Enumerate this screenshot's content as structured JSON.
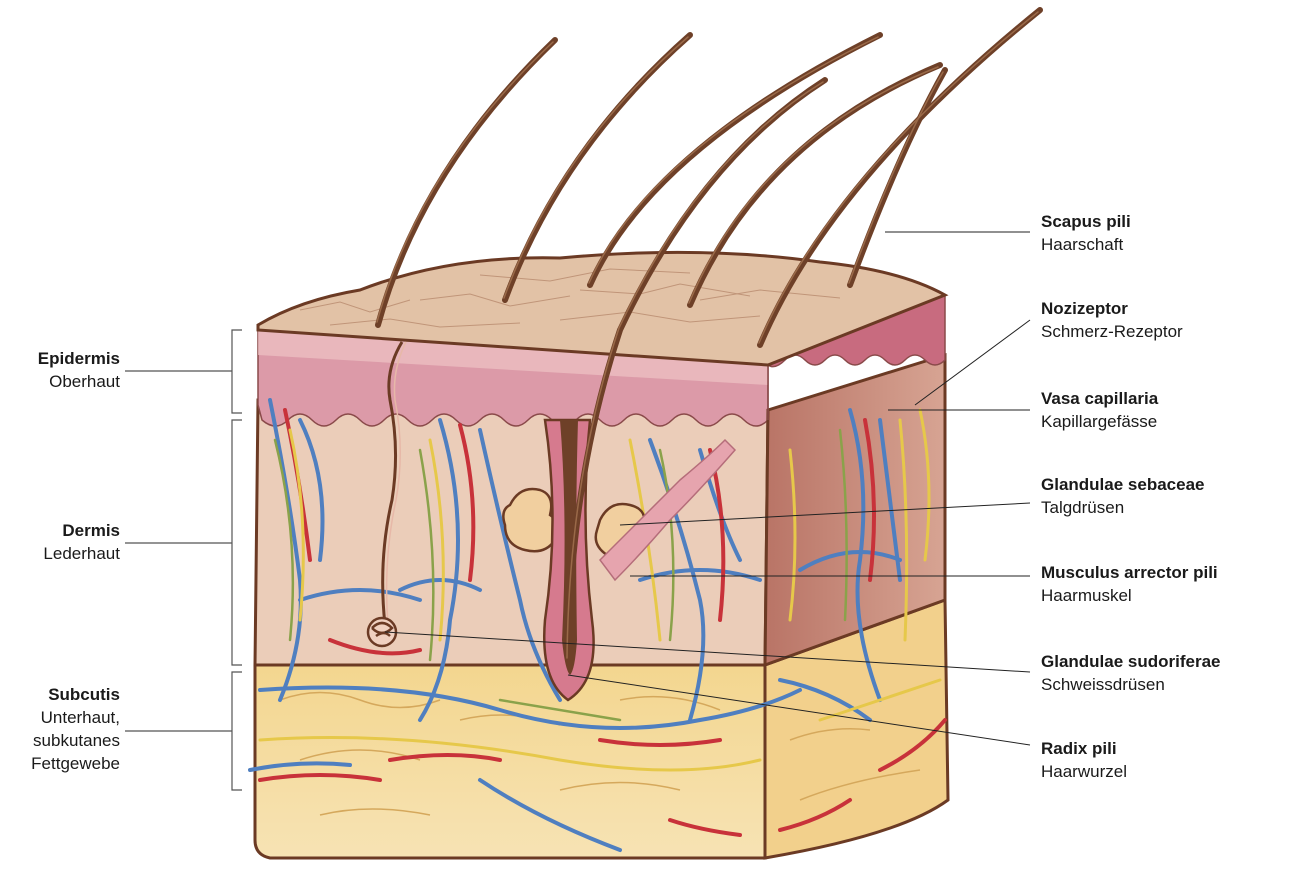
{
  "left_labels": [
    {
      "id": "epidermis",
      "latin": "Epidermis",
      "german": "Oberhaut"
    },
    {
      "id": "dermis",
      "latin": "Dermis",
      "german": "Lederhaut"
    },
    {
      "id": "subcutis",
      "latin": "Subcutis",
      "german_lines": [
        "Unterhaut,",
        "subkutanes",
        "Fettgewebe"
      ]
    }
  ],
  "right_labels": [
    {
      "id": "scapus-pili",
      "latin": "Scapus pili",
      "german": "Haarschaft"
    },
    {
      "id": "nozizeptor",
      "latin": "Nozizeptor",
      "german": "Schmerz-Rezeptor"
    },
    {
      "id": "vasa-capillaria",
      "latin": "Vasa capillaria",
      "german": "Kapillargefässe"
    },
    {
      "id": "glandulae-sebaceae",
      "latin": "Glandulae sebaceae",
      "german": "Talgdrüsen"
    },
    {
      "id": "musculus-arrector-pili",
      "latin": "Musculus arrector pili",
      "german": "Haarmuskel"
    },
    {
      "id": "glandulae-sudoriferae",
      "latin": "Glandulae sudoriferae",
      "german": "Schweissdrüsen"
    },
    {
      "id": "radix-pili",
      "latin": "Radix pili",
      "german": "Haarwurzel"
    }
  ],
  "colors": {
    "epidermis_surface": "#e2c2a6",
    "epidermis_layer": "#dc9aa8",
    "dermis": "#ecd0bd",
    "dermis_side": "#c9897a",
    "subcutis": "#f5dca0",
    "outline": "#6b3a24",
    "hair": "#7a4a30",
    "artery": "#c8323a",
    "vein": "#4f7fc0",
    "nerve_yellow": "#e6c84a",
    "nerve_green": "#8aa24a",
    "leader_line": "#222222"
  }
}
